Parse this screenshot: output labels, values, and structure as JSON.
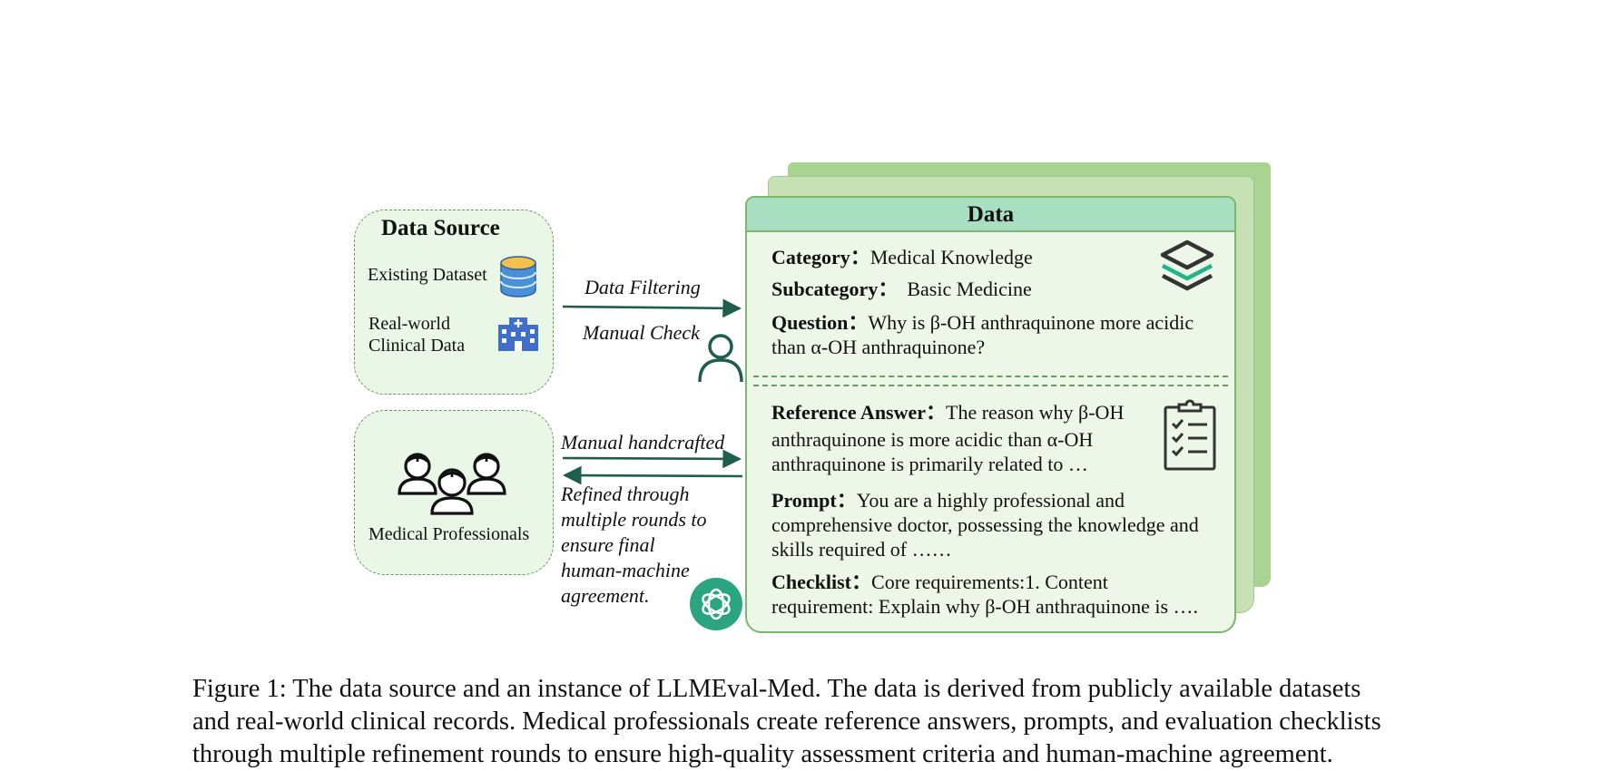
{
  "source_box": {
    "title": "Data Source",
    "existing_dataset": "Existing Dataset",
    "clinical_line1": "Real-world",
    "clinical_line2": "Clinical Data",
    "icons": [
      "database-icon",
      "hospital-icon"
    ]
  },
  "professionals_box": {
    "label": "Medical Professionals",
    "icons": [
      "doctors-icon"
    ]
  },
  "arrows": {
    "data_filtering": "Data Filtering",
    "manual_check": "Manual Check",
    "manual_handcrafted": "Manual handcrafted",
    "refined_lines": [
      "Refined through",
      "multiple rounds to",
      "ensure final",
      "human-machine",
      "agreement."
    ]
  },
  "card": {
    "header": "Data",
    "category_label": "Category：",
    "category_value": "Medical Knowledge",
    "subcategory_label": "Subcategory：",
    "subcategory_value": "Basic Medicine",
    "question_label": "Question：",
    "question_value": "Why is β-OH anthraquinone more acidic",
    "question_value2": "than α-OH anthraquinone?",
    "reference_label": "Reference Answer：",
    "reference_value": "The reason why β-OH",
    "reference_value2": "anthraquinone is more acidic than α-OH",
    "reference_value3": "anthraquinone is primarily related to …",
    "prompt_label": "Prompt：",
    "prompt_value": "You are a highly professional and",
    "prompt_value2": "comprehensive doctor, possessing the knowledge and",
    "prompt_value3": "skills required of ……",
    "checklist_label": "Checklist：",
    "checklist_value": "Core requirements:1. Content",
    "checklist_value2": "requirement: Explain why β-OH anthraquinone is ….",
    "icons": [
      "layers-icon",
      "clipboard-checklist-icon",
      "person-icon",
      "openai-icon"
    ]
  },
  "colors": {
    "box_fill": "#eaf6e6",
    "card_border": "#7bb86a",
    "card_header": "#a8dfc3",
    "arrow": "#1e5e4a",
    "database_top": "#f3c14b",
    "database_body": "#4a90d9",
    "hospital": "#3f6fc8",
    "openai_bg": "#2aa57f"
  },
  "caption": {
    "line1": "Figure 1: The data source and an instance of LLMEval-Med. The data is derived from publicly available datasets",
    "line2": "and real-world clinical records. Medical professionals create reference answers, prompts, and evaluation checklists",
    "line3": "through multiple refinement rounds to ensure high-quality assessment criteria and human-machine agreement."
  }
}
